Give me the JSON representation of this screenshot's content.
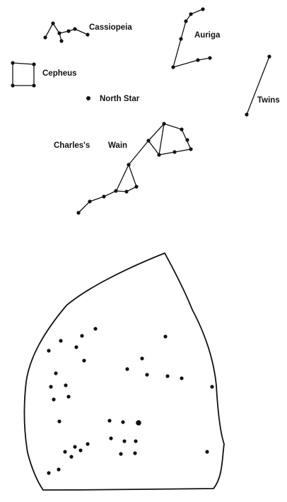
{
  "labels": {
    "cassiopeia": "Cassiopeia",
    "auriga": "Auriga",
    "cepheus": "Cepheus",
    "north_star": "North Star",
    "twins": "Twins",
    "charles_wain_part1": "Charles's",
    "charles_wain_part2": "Wain"
  },
  "colors": {
    "ink": "#111111",
    "background": "#ffffff"
  }
}
